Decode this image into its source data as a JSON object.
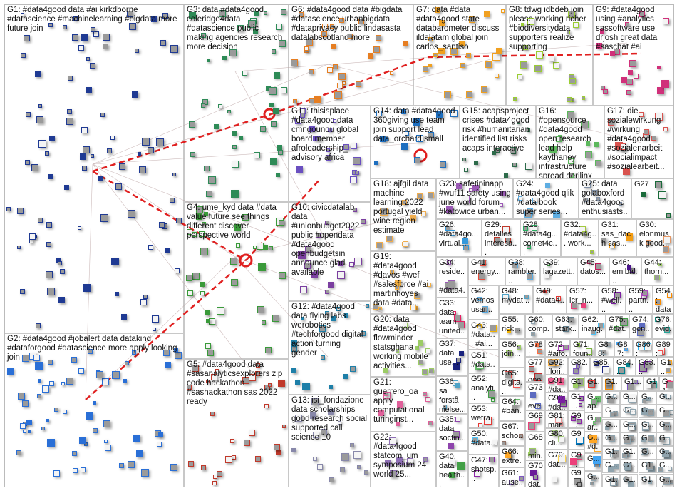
{
  "groups": [
    {
      "id": "G1",
      "label": "G1: #data4good data #ai kirkdborne #datascience #machinelearning #bigdata more future join",
      "color": "#1f3a93"
    },
    {
      "id": "G2",
      "label": "G2: #data4good #jobalert data datakind #dataforgood #datascience more apply looking join",
      "color": "#2a6fd6"
    },
    {
      "id": "G3",
      "label": "G3: data #data4good coleridge4data #datascience public making agencies research more decision",
      "color": "#2e8b57"
    },
    {
      "id": "G4",
      "label": "G4: ume_kyd data #data value future see things different discover perspective world",
      "color": "#3a9a3a"
    },
    {
      "id": "G5",
      "label": "G5: #data4good data #sasanalyticsexplorers zip code hackathon #sashackathon sas 2022 ready",
      "color": "#c0392b"
    },
    {
      "id": "G6",
      "label": "G6: #data4good data #bigdata #datascience urbanbigdata #dataprivacy public lindasasta datalabscotland more",
      "color": "#e67e22"
    },
    {
      "id": "G7",
      "label": "G7: data #data #data4good state databarometer discuss ildalatam global join carlos_santiso",
      "color": "#f0a020"
    },
    {
      "id": "G8",
      "label": "G8: tdwg idbdeb join please working richer #biodiversitydata supporters realize supporting",
      "color": "#9acd32"
    },
    {
      "id": "G9",
      "label": "G9: #data4good using #analytics sassoftware use drjosh great data #saschat #ai",
      "color": "#d0307a"
    },
    {
      "id": "G10",
      "label": "G10: civicdatalab data #unionbudget2022 public #opendata #data4good openbudgetsin announce glad available",
      "color": "#7b3fa0"
    },
    {
      "id": "G11",
      "label": "G11: thisisplace #data4good data cmngounou global board member afroleadership_ advisory africa",
      "color": "#6a4fc0"
    },
    {
      "id": "G12",
      "label": "G12: #data4good data flying labs werobotics #techforgood digital action turning gender",
      "color": "#1e7fa8"
    },
    {
      "id": "G13",
      "label": "G13: isi_fondazione data scholarships good research social supported call science 10",
      "color": "#8888aa"
    },
    {
      "id": "G14",
      "label": "G14: data #data4good 360giving use team join support lead data_orchard small",
      "color": "#1e6fbf"
    },
    {
      "id": "G15",
      "label": "G15: acapsproject crises #data4good risk #humanitarian identified list risks acaps interactive",
      "color": "#2d6b4a"
    },
    {
      "id": "G16",
      "label": "G16: #opensource #data4good open research lead help kaythaney infrastructure spread derilinx",
      "color": "#5cb85c"
    },
    {
      "id": "G17",
      "label": "G17: die sozialewirkung #wirkung #data4good #sozialenarbeit #socialimpact #sozialearbeit...",
      "color": "#d9534f"
    },
    {
      "id": "G18",
      "label": "G18: ajfgil data machine learning 2022 portugal yield wine region estimate",
      "color": "#f0ad4e"
    },
    {
      "id": "G19",
      "label": "G19: #data4good #davos #wef #salesforce #ai martinhoyes data #data...",
      "color": "#f5b041"
    },
    {
      "id": "G20",
      "label": "G20: data #data4good flowminder statsghana working mobile activities...",
      "color": "#9ccc65"
    },
    {
      "id": "G21",
      "label": "G21: guerrero_oa apply computational turinginst...",
      "color": "#e0609a"
    },
    {
      "id": "G22",
      "label": "G22: #data4good statcom_um symposium 24 world 25...",
      "color": "#8e6fb5"
    },
    {
      "id": "G23",
      "label": "G23: safetipinapp #wuf11 safety using june world forum #katowice urban...",
      "color": "#9b59b6"
    },
    {
      "id": "G24",
      "label": "G24: #data4good qlik #data book super series...",
      "color": "#5dade2"
    },
    {
      "id": "G25",
      "label": "G25: data golaboxford #data4good enthusiasts...",
      "color": "#7f8fa6"
    },
    {
      "id": "G27",
      "label": "G27",
      "color": "#1a6b3a"
    },
    {
      "id": "G26",
      "label": "G26: #data4go... virtual...",
      "color": "#3498db"
    },
    {
      "id": "G29",
      "label": "G29: detalles interesa...",
      "color": "#c0392b"
    },
    {
      "id": "G28",
      "label": "G28: #data4g... comet4c...",
      "color": "#27ae60"
    },
    {
      "id": "G32",
      "label": "G32: #data4g... work...",
      "color": "#a3c940"
    },
    {
      "id": "G31",
      "label": "G31: sas_dach sas...",
      "color": "#f39c12"
    },
    {
      "id": "G30",
      "label": "G30: elonmusk good...",
      "color": "#e59866"
    },
    {
      "id": "G34",
      "label": "G34: reside... #data4... data...",
      "color": "#9b59b6"
    },
    {
      "id": "G41",
      "label": "G41: energy...",
      "color": "#e74c3c"
    },
    {
      "id": "G38",
      "label": "G38: rambler...",
      "color": "#5dade2"
    },
    {
      "id": "G39",
      "label": "G39: lagazett...",
      "color": "#2e7d32"
    },
    {
      "id": "G45",
      "label": "G45: datos...",
      "color": "#c2185b"
    },
    {
      "id": "G46",
      "label": "G46: emibal...",
      "color": "#4a148c"
    },
    {
      "id": "G44",
      "label": "G44: thorn...",
      "color": "#9ccc65"
    },
    {
      "id": "G33",
      "label": "G33: data team united...",
      "color": "#e91e63"
    },
    {
      "id": "G37",
      "label": "G37: data use...",
      "color": "#1a237e"
    },
    {
      "id": "G36",
      "label": "G36: sa forstå nielse...",
      "color": "#4fa3c7"
    },
    {
      "id": "G35",
      "label": "G35: data socfin...",
      "color": "#8e44ad"
    },
    {
      "id": "G40",
      "label": "G40: data health...",
      "color": "#43a047"
    },
    {
      "id": "G42",
      "label": "G42: vemos usar...",
      "color": "#5dade2"
    },
    {
      "id": "G43",
      "label": "G43: #data... #ai...",
      "color": "#f4b400"
    },
    {
      "id": "G51",
      "label": "G51: #data...",
      "color": "#66bb6a"
    },
    {
      "id": "G52",
      "label": "G52: analyti...",
      "color": "#43a047"
    },
    {
      "id": "G53",
      "label": "G53: wetra...",
      "color": "#e53935"
    },
    {
      "id": "G50",
      "label": "G50: #data...",
      "color": "#4fc3f7"
    },
    {
      "id": "G47",
      "label": "G47: shotsp...",
      "color": "#8e24aa"
    },
    {
      "id": "G48",
      "label": "G48: mydat...",
      "color": "#4fa3c7"
    },
    {
      "id": "G49",
      "label": "G49: #data4...",
      "color": "#e53935"
    },
    {
      "id": "G57",
      "label": "G57: icr_n...",
      "color": "#ec407a"
    },
    {
      "id": "G58",
      "label": "G58: #well...",
      "color": "#7b1fa2"
    },
    {
      "id": "G59",
      "label": "G59: partn...",
      "color": "#ab47bc"
    },
    {
      "id": "G54",
      "label": "G54: data...",
      "color": "#fb8c00"
    },
    {
      "id": "G55",
      "label": "G55: rick...",
      "color": "#f4b400"
    },
    {
      "id": "G60",
      "label": "G60: comp...",
      "color": "#90a4ae"
    },
    {
      "id": "G63",
      "label": "G63: stark...",
      "color": "#607d8b"
    },
    {
      "id": "G62",
      "label": "G62: inaug...",
      "color": "#4fc3f7"
    },
    {
      "id": "G75",
      "label": "G75: #dat...",
      "color": "#43a047"
    },
    {
      "id": "G74",
      "label": "G74: gen...",
      "color": "#5c6bc0"
    },
    {
      "id": "G76",
      "label": "G76: evid...",
      "color": "#26a69a"
    },
    {
      "id": "G56",
      "label": "G56: join...",
      "color": "#9ccc65"
    },
    {
      "id": "G65",
      "label": "G65: digita...",
      "color": "#ef5350"
    },
    {
      "id": "G64",
      "label": "G64: #ban...",
      "color": "#66bb6a"
    },
    {
      "id": "G67",
      "label": "G67: scho...",
      "color": "#8d6e63"
    },
    {
      "id": "G66",
      "label": "G66: extre...",
      "color": "#ffa726"
    },
    {
      "id": "G61",
      "label": "G61: ause...",
      "color": "#7e57c2"
    },
    {
      "id": "G78",
      "label": "G78:",
      "color": "#ff7043"
    },
    {
      "id": "G72",
      "label": "G72: #aifo...",
      "color": "#ab47bc"
    },
    {
      "id": "G71",
      "label": "G71: foun...",
      "color": "#7cb342"
    },
    {
      "id": "G88",
      "label": "G88: 202...",
      "color": "#90a4ae"
    },
    {
      "id": "G87",
      "label": "G87: join...",
      "color": "#42a5f5"
    },
    {
      "id": "G86",
      "label": "G86: pro...",
      "color": "#29b6f6"
    },
    {
      "id": "G89",
      "label": "G89: foo...",
      "color": "#ef5350"
    },
    {
      "id": "G77",
      "label": "G77: 000...",
      "color": "#c62828"
    },
    {
      "id": "G73",
      "label": "G73: eve...",
      "color": "#5c6bc0"
    },
    {
      "id": "G69",
      "label": "G69: con...",
      "color": "#ec407a"
    },
    {
      "id": "G68",
      "label": "G68: min...",
      "color": "#9ccc65"
    },
    {
      "id": "G70",
      "label": "G70: dat...",
      "color": "#6a1b9a"
    },
    {
      "id": "G92",
      "label": "G92: flori...",
      "color": "#ffb74d"
    },
    {
      "id": "G91",
      "label": "G91: #da...",
      "color": "#f06292"
    },
    {
      "id": "G90",
      "label": "G90: #da...",
      "color": "#7b1fa2"
    },
    {
      "id": "G81",
      "label": "G81: mar...",
      "color": "#ef9a9a"
    },
    {
      "id": "G80",
      "label": "G80: cli...",
      "color": "#aed581"
    },
    {
      "id": "G79",
      "label": "G79: dat...",
      "color": "#ffd54f"
    },
    {
      "id": "G82",
      "label": "G82...",
      "color": "#7e57c2"
    },
    {
      "id": "G85",
      "label": "G85...",
      "color": "#1a237e"
    },
    {
      "id": "G84",
      "label": "G84...",
      "color": "#00838f"
    },
    {
      "id": "G83",
      "label": "G83...",
      "color": "#6a1b9a"
    },
    {
      "id": "G1a",
      "label": "G1...",
      "color": "#f9a825"
    },
    {
      "id": "S1",
      "label": "G1...",
      "color": "#9ccc65"
    },
    {
      "id": "S2",
      "label": "G1...",
      "color": "#e53935"
    },
    {
      "id": "S3",
      "label": "G1...",
      "color": "#fb8c00"
    },
    {
      "id": "S4",
      "label": "G1...",
      "color": "#7e57c2"
    },
    {
      "id": "S5",
      "label": "G1...",
      "color": "#26a69a"
    },
    {
      "id": "S6",
      "label": "G1...",
      "color": "#ec407a"
    },
    {
      "id": "S7",
      "label": "G1...",
      "color": "#7b1fa2"
    },
    {
      "id": "S8",
      "label": "G9...",
      "color": "#8e24aa"
    },
    {
      "id": "S9",
      "label": "G9...",
      "color": "#0277bd"
    },
    {
      "id": "S10",
      "label": "G9...",
      "color": "#ec407a"
    },
    {
      "id": "S11",
      "label": "G9...",
      "color": "#424242"
    },
    {
      "id": "S12",
      "label": "G... ap...",
      "color": "#66bb6a"
    },
    {
      "id": "S13",
      "label": "G... ar...",
      "color": "#66bb6a"
    },
    {
      "id": "S14",
      "label": "G... #d...",
      "color": "#ffa726"
    },
    {
      "id": "S15",
      "label": "G...",
      "color": "#42a5f5"
    },
    {
      "id": "S16",
      "label": "G...",
      "color": "#90a4ae"
    }
  ],
  "small_grid": [
    "G...",
    "G...",
    "G...",
    "G...",
    "G...",
    "G...",
    "G...",
    "G...",
    "G...",
    "G...",
    "G...",
    "G...",
    "G...",
    "G...",
    "G...",
    "G...",
    "G1...",
    "G1...",
    "G...",
    "G...",
    "G...",
    "G1...",
    "G1...",
    "G...",
    "G1...",
    "G1...",
    "G1...",
    "G... #..."
  ],
  "edge_color": "#e02020"
}
